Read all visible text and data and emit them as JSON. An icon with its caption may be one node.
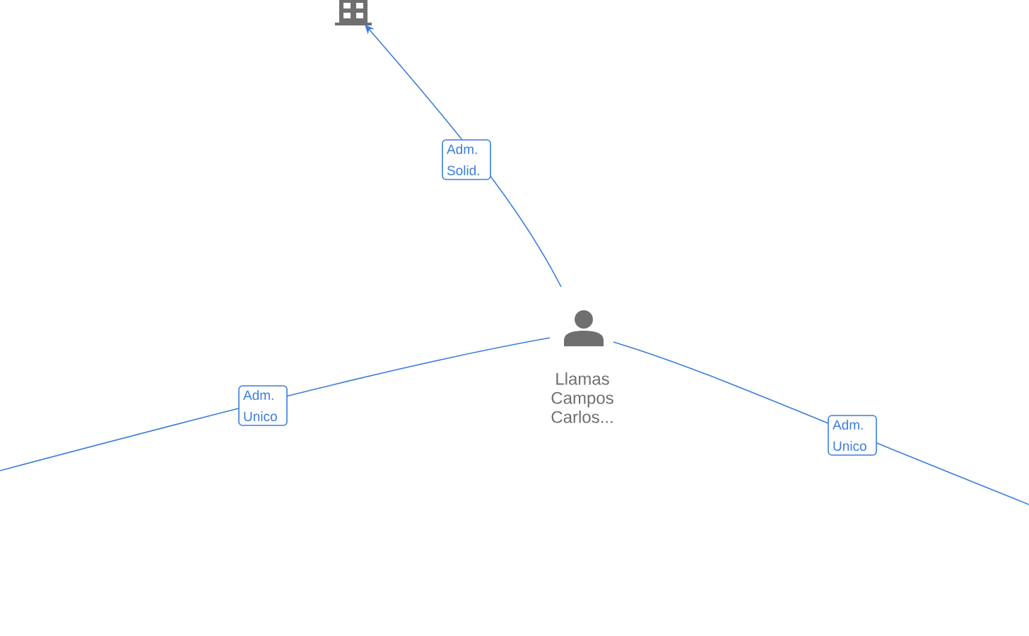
{
  "diagram": {
    "nodes": [
      {
        "text": [
          "Llamas Campos Carlos..."
        ]
      },
      {
        "text": [],
        "shape": "building"
      }
    ],
    "edges": [
      {
        "from": 0,
        "to": 1,
        "arrow": "to",
        "label": "Adm. Solid."
      },
      {
        "from": 0,
        "to": null,
        "arrow": "none",
        "label": "Adm. Unico"
      },
      {
        "from": 0,
        "to": null,
        "arrow": "none",
        "label": "Adm. Unico"
      }
    ]
  }
}
